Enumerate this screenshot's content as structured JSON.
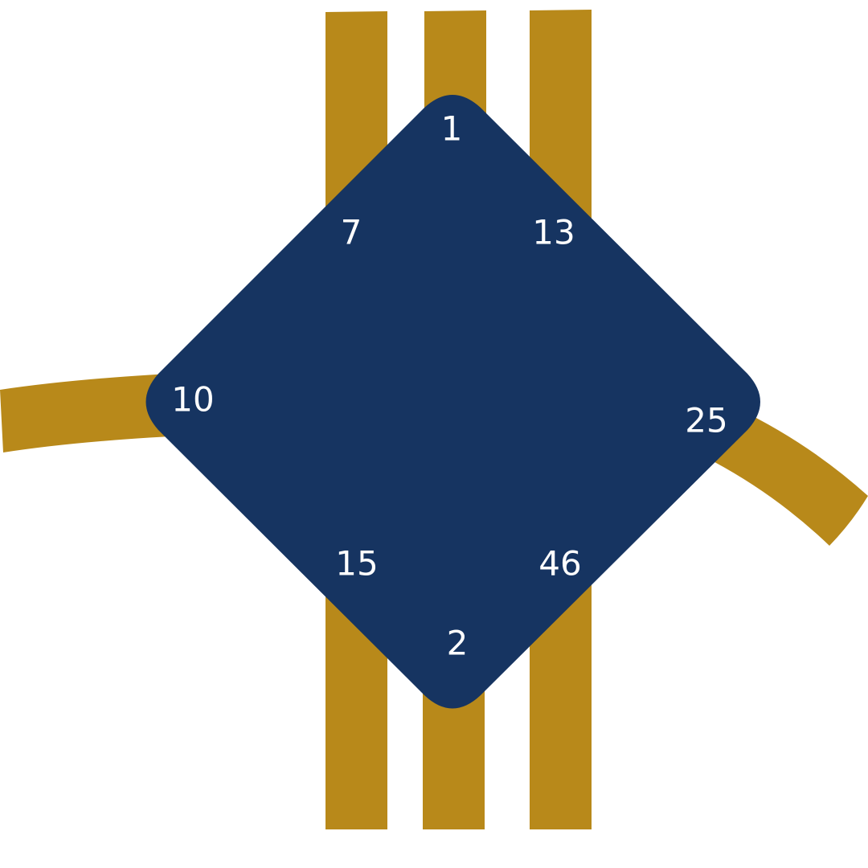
{
  "colors": {
    "track": "#B8891A",
    "hub": "#163461",
    "label": "#FFFFFF"
  },
  "hub": {
    "labels": {
      "top": "1",
      "upper_left": "7",
      "upper_right": "13",
      "left": "10",
      "right": "25",
      "lower_left": "15",
      "lower_right": "46",
      "bottom": "2"
    }
  }
}
